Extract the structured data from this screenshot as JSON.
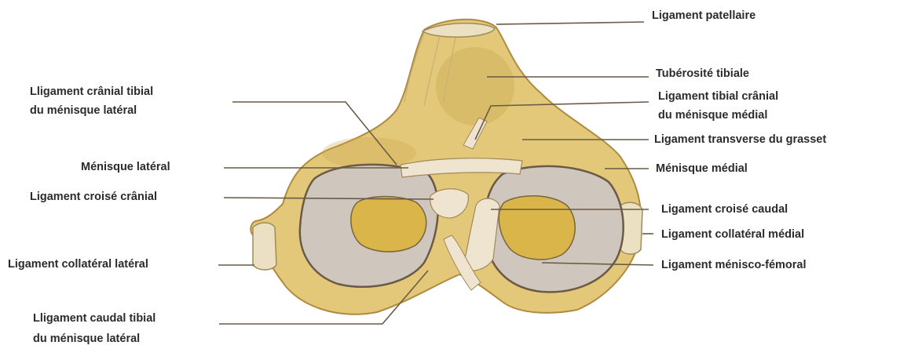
{
  "labels": {
    "ligament_patellaire": "Ligament patellaire",
    "tuberosite_tibiale": "Tubérosité tibiale",
    "ligament_tibial_cranial_medial": [
      "Ligament tibial crânial",
      "du ménisque médial"
    ],
    "ligament_transverse": "Ligament transverse du grasset",
    "menisque_medial": "Ménisque médial",
    "ligament_croise_caudal": "Ligament croisé caudal",
    "ligament_collateral_medial": "Ligament collatéral médial",
    "ligament_menisco_femoral": "Ligament ménisco-fémoral",
    "ligament_cranial_tibial_lateral": [
      "Lligament crânial tibial",
      "du ménisque latéral"
    ],
    "menisque_lateral": "Ménisque latéral",
    "ligament_croise_cranial": "Ligament croisé crânial",
    "ligament_collateral_lateral": "Ligament collatéral latéral",
    "ligament_caudal_tibial_lateral": [
      "Lligament caudal tibial",
      "du ménisque latéral"
    ]
  },
  "colors": {
    "bone": "#e2c878",
    "bone_shadow": "#c9a54e",
    "meniscus": "#cfc6bd",
    "meniscus_inner": "#bdb3a9",
    "plateau": "#d9b54a",
    "ligament": "#eee4cf",
    "leader": "#6b5a46",
    "text": "#2b2b2b"
  }
}
